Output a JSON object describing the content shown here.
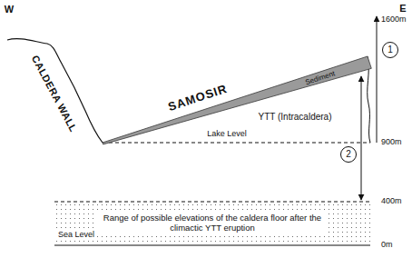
{
  "diagram": {
    "nodes": [
      {
        "text": [
          "Sediment"
        ]
      },
      {
        "text": [
          "1"
        ]
      },
      {
        "text": [
          "2"
        ]
      },
      {
        "text": [
          "Range of possible elevations of the caldera floor after the climactic YTT eruption"
        ]
      }
    ],
    "labels": [
      "W",
      "E",
      "CALDERA WALL",
      "SAMOSIR",
      "YTT (Intracaldera)",
      "Lake Level",
      "1600m",
      "900m",
      "400m",
      "Sea Level",
      "0m"
    ]
  }
}
